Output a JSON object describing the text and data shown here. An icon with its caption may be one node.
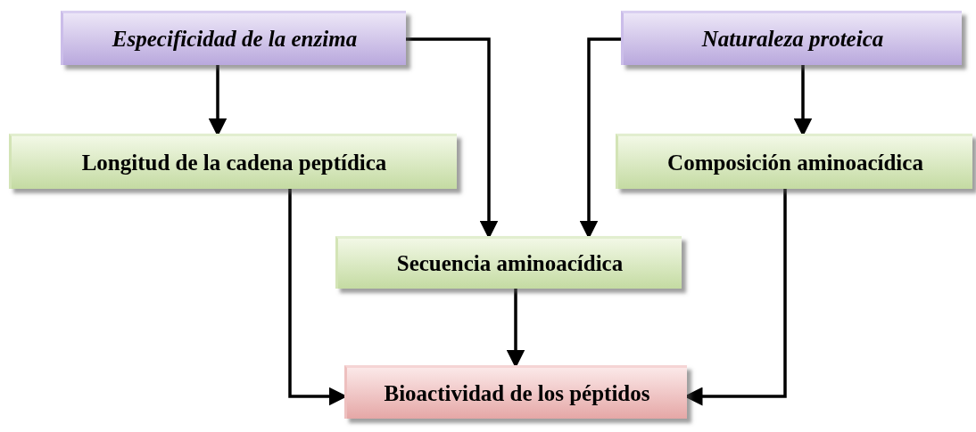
{
  "diagram": {
    "nodes": [
      {
        "text": [
          "Especificidad de la enzima"
        ]
      },
      {
        "text": [
          "Naturaleza proteica"
        ]
      },
      {
        "text": [
          "Longitud de la cadena peptídica"
        ]
      },
      {
        "text": [
          "Composición aminoacídica"
        ]
      },
      {
        "text": [
          "Secuencia aminoacídica"
        ]
      },
      {
        "text": [
          "Bioactividad de los péptidos"
        ]
      }
    ],
    "edges": [
      {
        "from": 0,
        "to": 2,
        "arrow": "to"
      },
      {
        "from": 0,
        "to": 4,
        "arrow": "to"
      },
      {
        "from": 1,
        "to": 4,
        "arrow": "to"
      },
      {
        "from": 1,
        "to": 3,
        "arrow": "to"
      },
      {
        "from": 2,
        "to": 5,
        "arrow": "to"
      },
      {
        "from": 3,
        "to": 5,
        "arrow": "to"
      },
      {
        "from": 4,
        "to": 5,
        "arrow": "to"
      }
    ]
  }
}
